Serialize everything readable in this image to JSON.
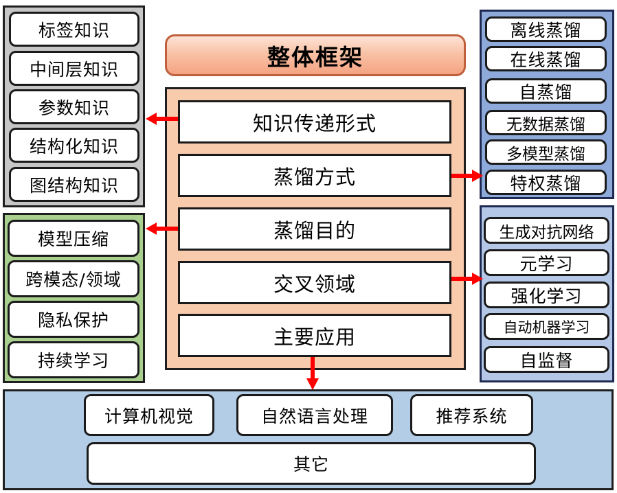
{
  "title": "整体框架",
  "center": {
    "boxes": [
      "知识传递形式",
      "蒸馏方式",
      "蒸馏目的",
      "交叉领域",
      "主要应用"
    ]
  },
  "knowledge_types": [
    "标签知识",
    "中间层知识",
    "参数知识",
    "结构化知识",
    "图结构知识"
  ],
  "distillation_methods": [
    "离线蒸馏",
    "在线蒸馏",
    "自蒸馏",
    "无数据蒸馏",
    "多模型蒸馏",
    "特权蒸馏"
  ],
  "purposes": [
    "模型压缩",
    "跨模态/领域",
    "隐私保护",
    "持续学习"
  ],
  "cross_fields": [
    "生成对抗网络",
    "元学习",
    "强化学习",
    "自动机器学习",
    "自监督"
  ],
  "applications": [
    "计算机视觉",
    "自然语言处理",
    "推荐系统",
    "其它"
  ],
  "colors": {
    "arrow": "#ff0000",
    "center_bg": "#f8cbad",
    "gray_panel": "#c6c6c6",
    "blue_panel": "#8eaadb",
    "green_panel": "#a9d08e",
    "light_blue_panel": "#b4c7e7",
    "bottom_panel": "#b4cde6"
  }
}
